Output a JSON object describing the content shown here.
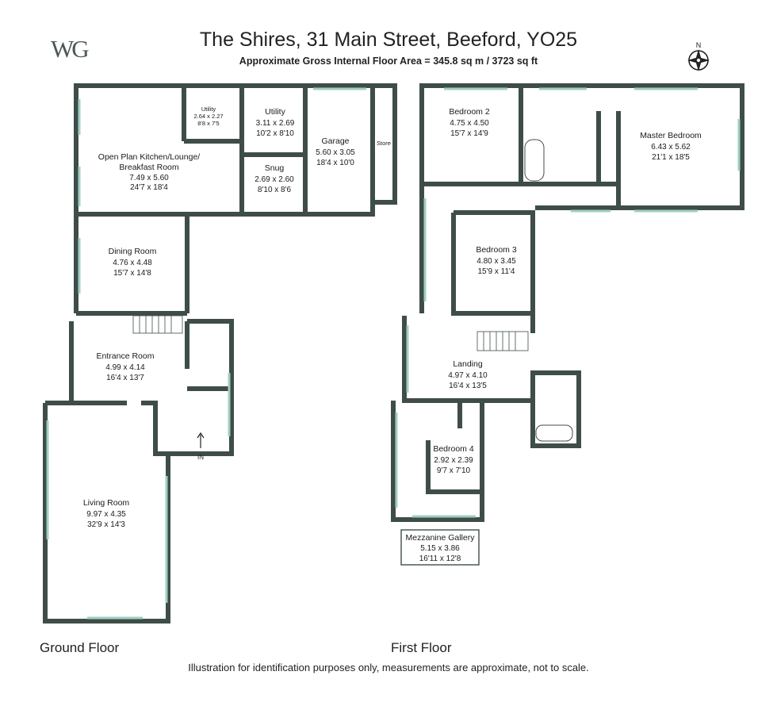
{
  "header": {
    "logo": "WG",
    "title": "The Shires, 31 Main Street, Beeford, YO25",
    "subtitle": "Approximate Gross Internal Floor Area  = 345.8 sq m  / 3723 sq ft",
    "compass_label": "N"
  },
  "floors": {
    "ground": "Ground Floor",
    "first": "First Floor"
  },
  "disclaimer": "Illustration for identification purposes only, measurements are approximate, not to scale.",
  "entrance_label": "IN",
  "store_label": "Store",
  "rooms": {
    "kitchen": {
      "name_1": "Open Plan Kitchen/Lounge/",
      "name_2": "Breakfast Room",
      "metric": "7.49 x 5.60",
      "imperial": "24'7 x 18'4"
    },
    "utility_small": {
      "name": "Utility",
      "metric": "2.64 x 2.27",
      "imperial": "8'8 x 7'5"
    },
    "utility": {
      "name": "Utility",
      "metric": "3.11 x 2.69",
      "imperial": "10'2 x 8'10"
    },
    "garage": {
      "name": "Garage",
      "metric": "5.60 x 3.05",
      "imperial": "18'4 x 10'0"
    },
    "snug": {
      "name": "Snug",
      "metric": "2.69 x 2.60",
      "imperial": "8'10 x 8'6"
    },
    "dining": {
      "name": "Dining Room",
      "metric": "4.76 x 4.48",
      "imperial": "15'7 x 14'8"
    },
    "entrance": {
      "name": "Entrance Room",
      "metric": "4.99 x 4.14",
      "imperial": "16'4 x 13'7"
    },
    "living": {
      "name": "Living Room",
      "metric": "9.97 x 4.35",
      "imperial": "32'9 x 14'3"
    },
    "bedroom2": {
      "name": "Bedroom 2",
      "metric": "4.75 x 4.50",
      "imperial": "15'7 x 14'9"
    },
    "master": {
      "name": "Master Bedroom",
      "metric": "6.43 x 5.62",
      "imperial": "21'1 x 18'5"
    },
    "bedroom3": {
      "name": "Bedroom 3",
      "metric": "4.80 x 3.45",
      "imperial": "15'9 x 11'4"
    },
    "landing": {
      "name": "Landing",
      "metric": "4.97 x 4.10",
      "imperial": "16'4 x 13'5"
    },
    "bedroom4": {
      "name": "Bedroom 4",
      "metric": "2.92 x 2.39",
      "imperial": "9'7 x 7'10"
    },
    "mezzanine": {
      "name": "Mezzanine Gallery",
      "metric": "5.15 x 3.86",
      "imperial": "16'11 x 12'8"
    }
  },
  "colors": {
    "wall": "#3f4d47",
    "window": "#9fcfc6",
    "text": "#1a1a1a",
    "background": "#ffffff"
  }
}
